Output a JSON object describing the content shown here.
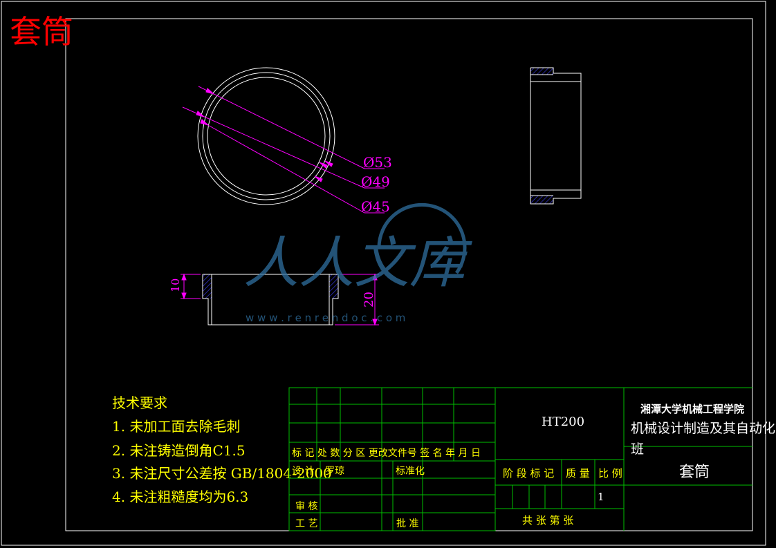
{
  "title_big": "套筒",
  "colors": {
    "background": "#000000",
    "frame": "#ffffff",
    "title_red": "#ff0000",
    "dimension_magenta": "#ff00ff",
    "note_yellow": "#ffff00",
    "table_green": "#00c000",
    "hatch_blue": "#4040ff",
    "watermark": "#2f6f9f"
  },
  "dimensions": {
    "d53": "Ø53",
    "d49": "Ø49",
    "d45": "Ø45",
    "h10": "10",
    "h20": "20"
  },
  "tech_requirements": {
    "heading": "技术要求",
    "items": [
      "1. 未加工面去除毛刺",
      "2. 未注铸造倒角C1.5",
      "3. 未注尺寸公差按 GB/1804-2000",
      "4. 未注粗糙度均为6.3"
    ]
  },
  "title_block": {
    "material": "HT200",
    "school": "湘潭大学机械工程学院",
    "class_line1": "机械设计制造及其自动化",
    "class_line2": "班",
    "part_name": "套筒",
    "row_marks": "标 记 处 数  分   区 更改文件号  签 名  年 月 日",
    "design_label": "设 计",
    "designer": "罗琼",
    "standardize_label": "标准化",
    "review_label": "审 核",
    "process_label": "工 艺",
    "approve_label": "批 准",
    "stage_label": "阶 段 标 记",
    "mass_label": "质 量",
    "scale_label": "比 例",
    "scale_value": "1",
    "sheets_label": "共    张 第    张"
  },
  "watermark": {
    "text": "人人文库",
    "url": "w w w . r e n r e n d o c . c o m"
  }
}
